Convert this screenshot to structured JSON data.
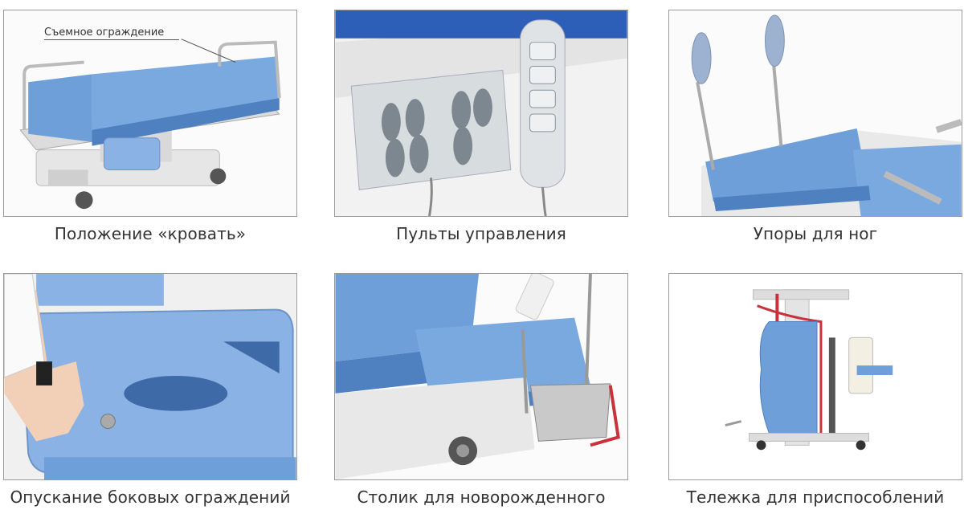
{
  "tiles": [
    {
      "caption": "Положение «кровать»",
      "callout": "Съемное ограждение",
      "icon": "bed-position-image"
    },
    {
      "caption": "Пульты управления",
      "icon": "control-panels-image"
    },
    {
      "caption": "Упоры для ног",
      "icon": "leg-rests-image"
    },
    {
      "caption": "Опускание боковых ограждений",
      "icon": "side-rail-lowering-image"
    },
    {
      "caption": "Столик для новорожденного",
      "icon": "newborn-table-image"
    },
    {
      "caption": "Тележка для приспособлений",
      "icon": "accessories-cart-image"
    }
  ],
  "colors": {
    "mattress": "#6f9fd8",
    "mattress_dark": "#4f80bf",
    "frame": "#e8e8e8",
    "border": "#9a9a9a",
    "accent_red": "#c8323c"
  }
}
